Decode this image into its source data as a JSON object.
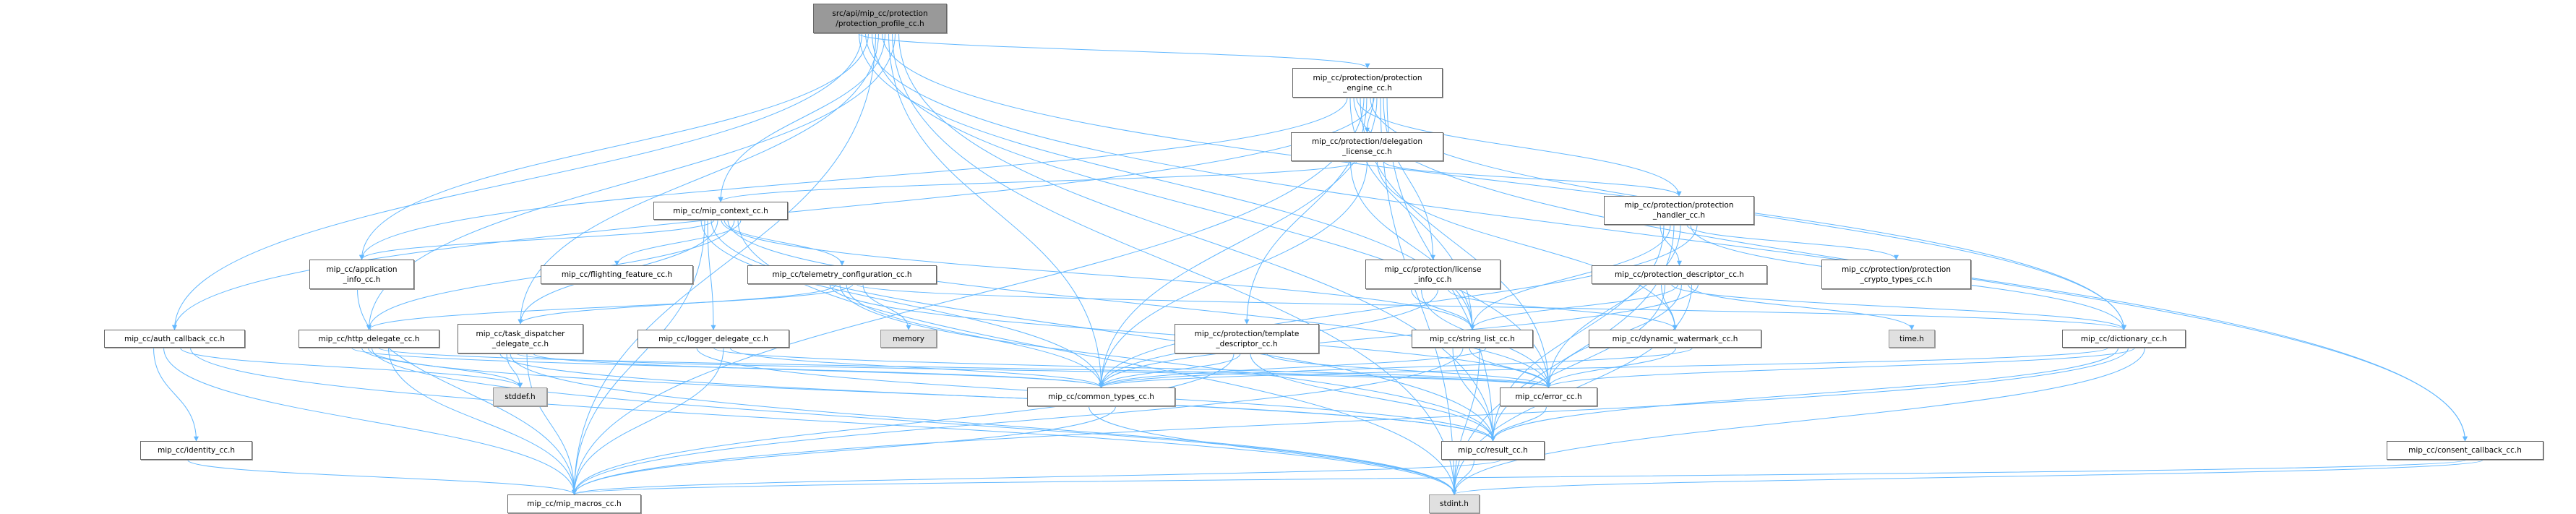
{
  "graph": {
    "title": "src/api/mip_cc/protection/protection_profile_cc.h include dependency graph",
    "edge_color": "#63b8ff",
    "nodes": {
      "root": {
        "label": "src/api/mip_cc/protection\n/protection_profile_cc.h"
      },
      "engine": {
        "label": "mip_cc/protection/protection\n_engine_cc.h"
      },
      "delegation": {
        "label": "mip_cc/protection/delegation\n_license_cc.h"
      },
      "context": {
        "label": "mip_cc/mip_context_cc.h"
      },
      "handler": {
        "label": "mip_cc/protection/protection\n_handler_cc.h"
      },
      "app_info": {
        "label": "mip_cc/application\n_info_cc.h"
      },
      "flighting": {
        "label": "mip_cc/flighting_feature_cc.h"
      },
      "telemetry": {
        "label": "mip_cc/telemetry_configuration_cc.h"
      },
      "license_info": {
        "label": "mip_cc/protection/license\n_info_cc.h"
      },
      "descriptor": {
        "label": "mip_cc/protection_descriptor_cc.h"
      },
      "crypto": {
        "label": "mip_cc/protection/protection\n_crypto_types_cc.h"
      },
      "auth": {
        "label": "mip_cc/auth_callback_cc.h"
      },
      "http": {
        "label": "mip_cc/http_delegate_cc.h"
      },
      "task": {
        "label": "mip_cc/task_dispatcher\n_delegate_cc.h"
      },
      "logger": {
        "label": "mip_cc/logger_delegate_cc.h"
      },
      "memory": {
        "label": "memory"
      },
      "template": {
        "label": "mip_cc/protection/template\n_descriptor_cc.h"
      },
      "string_list": {
        "label": "mip_cc/string_list_cc.h"
      },
      "watermark": {
        "label": "mip_cc/dynamic_watermark_cc.h"
      },
      "time": {
        "label": "time.h"
      },
      "dictionary": {
        "label": "mip_cc/dictionary_cc.h"
      },
      "stddef": {
        "label": "stddef.h"
      },
      "common": {
        "label": "mip_cc/common_types_cc.h"
      },
      "error": {
        "label": "mip_cc/error_cc.h"
      },
      "identity": {
        "label": "mip_cc/identity_cc.h"
      },
      "result": {
        "label": "mip_cc/result_cc.h"
      },
      "consent": {
        "label": "mip_cc/consent_callback_cc.h"
      },
      "macros": {
        "label": "mip_cc/mip_macros_cc.h"
      },
      "stdint": {
        "label": "stdint.h"
      }
    },
    "edges": [
      [
        "root",
        "engine"
      ],
      [
        "root",
        "context"
      ],
      [
        "root",
        "app_info"
      ],
      [
        "root",
        "http"
      ],
      [
        "root",
        "task"
      ],
      [
        "root",
        "auth"
      ],
      [
        "root",
        "common"
      ],
      [
        "root",
        "error"
      ],
      [
        "root",
        "result"
      ],
      [
        "root",
        "dictionary"
      ],
      [
        "root",
        "consent"
      ],
      [
        "root",
        "stdint"
      ],
      [
        "root",
        "macros"
      ],
      [
        "root",
        "string_list"
      ],
      [
        "engine",
        "delegation"
      ],
      [
        "engine",
        "handler"
      ],
      [
        "engine",
        "license_info"
      ],
      [
        "engine",
        "template"
      ],
      [
        "engine",
        "string_list"
      ],
      [
        "engine",
        "common"
      ],
      [
        "engine",
        "error"
      ],
      [
        "engine",
        "result"
      ],
      [
        "engine",
        "dictionary"
      ],
      [
        "engine",
        "consent"
      ],
      [
        "engine",
        "stdint"
      ],
      [
        "engine",
        "macros"
      ],
      [
        "engine",
        "app_info"
      ],
      [
        "engine",
        "auth"
      ],
      [
        "delegation",
        "context"
      ],
      [
        "delegation",
        "handler"
      ],
      [
        "delegation",
        "common"
      ],
      [
        "delegation",
        "string_list"
      ],
      [
        "delegation",
        "watermark"
      ],
      [
        "context",
        "app_info"
      ],
      [
        "context",
        "flighting"
      ],
      [
        "context",
        "telemetry"
      ],
      [
        "context",
        "logger"
      ],
      [
        "context",
        "http"
      ],
      [
        "context",
        "task"
      ],
      [
        "context",
        "common"
      ],
      [
        "context",
        "error"
      ],
      [
        "context",
        "result"
      ],
      [
        "context",
        "stdint"
      ],
      [
        "context",
        "string_list"
      ],
      [
        "context",
        "macros"
      ],
      [
        "telemetry",
        "http"
      ],
      [
        "telemetry",
        "task"
      ],
      [
        "telemetry",
        "memory"
      ],
      [
        "telemetry",
        "common"
      ],
      [
        "telemetry",
        "error"
      ],
      [
        "telemetry",
        "dictionary"
      ],
      [
        "telemetry",
        "result"
      ],
      [
        "handler",
        "descriptor"
      ],
      [
        "handler",
        "crypto"
      ],
      [
        "handler",
        "string_list"
      ],
      [
        "handler",
        "common"
      ],
      [
        "handler",
        "error"
      ],
      [
        "handler",
        "result"
      ],
      [
        "handler",
        "dictionary"
      ],
      [
        "handler",
        "stdint"
      ],
      [
        "license_info",
        "string_list"
      ],
      [
        "license_info",
        "common"
      ],
      [
        "license_info",
        "error"
      ],
      [
        "license_info",
        "watermark"
      ],
      [
        "descriptor",
        "string_list"
      ],
      [
        "descriptor",
        "watermark"
      ],
      [
        "descriptor",
        "time"
      ],
      [
        "descriptor",
        "dictionary"
      ],
      [
        "descriptor",
        "common"
      ],
      [
        "descriptor",
        "error"
      ],
      [
        "descriptor",
        "result"
      ],
      [
        "descriptor",
        "stdint"
      ],
      [
        "app_info",
        "macros"
      ],
      [
        "auth",
        "identity"
      ],
      [
        "auth",
        "stddef"
      ],
      [
        "auth",
        "macros"
      ],
      [
        "auth",
        "stdint"
      ],
      [
        "http",
        "stddef"
      ],
      [
        "http",
        "common"
      ],
      [
        "http",
        "error"
      ],
      [
        "http",
        "result"
      ],
      [
        "http",
        "macros"
      ],
      [
        "http",
        "stdint"
      ],
      [
        "task",
        "stddef"
      ],
      [
        "task",
        "common"
      ],
      [
        "task",
        "error"
      ],
      [
        "task",
        "result"
      ],
      [
        "task",
        "macros"
      ],
      [
        "task",
        "stdint"
      ],
      [
        "logger",
        "common"
      ],
      [
        "logger",
        "error"
      ],
      [
        "logger",
        "result"
      ],
      [
        "logger",
        "macros"
      ],
      [
        "template",
        "common"
      ],
      [
        "template",
        "error"
      ],
      [
        "template",
        "result"
      ],
      [
        "template",
        "macros"
      ],
      [
        "string_list",
        "common"
      ],
      [
        "string_list",
        "error"
      ],
      [
        "string_list",
        "result"
      ],
      [
        "string_list",
        "stdint"
      ],
      [
        "string_list",
        "macros"
      ],
      [
        "watermark",
        "common"
      ],
      [
        "watermark",
        "error"
      ],
      [
        "dictionary",
        "common"
      ],
      [
        "dictionary",
        "error"
      ],
      [
        "dictionary",
        "result"
      ],
      [
        "dictionary",
        "stdint"
      ],
      [
        "dictionary",
        "macros"
      ],
      [
        "common",
        "stdint"
      ],
      [
        "common",
        "macros"
      ],
      [
        "error",
        "result"
      ],
      [
        "result",
        "stdint"
      ],
      [
        "result",
        "macros"
      ],
      [
        "identity",
        "macros"
      ],
      [
        "consent",
        "stdint"
      ],
      [
        "consent",
        "macros"
      ]
    ]
  }
}
